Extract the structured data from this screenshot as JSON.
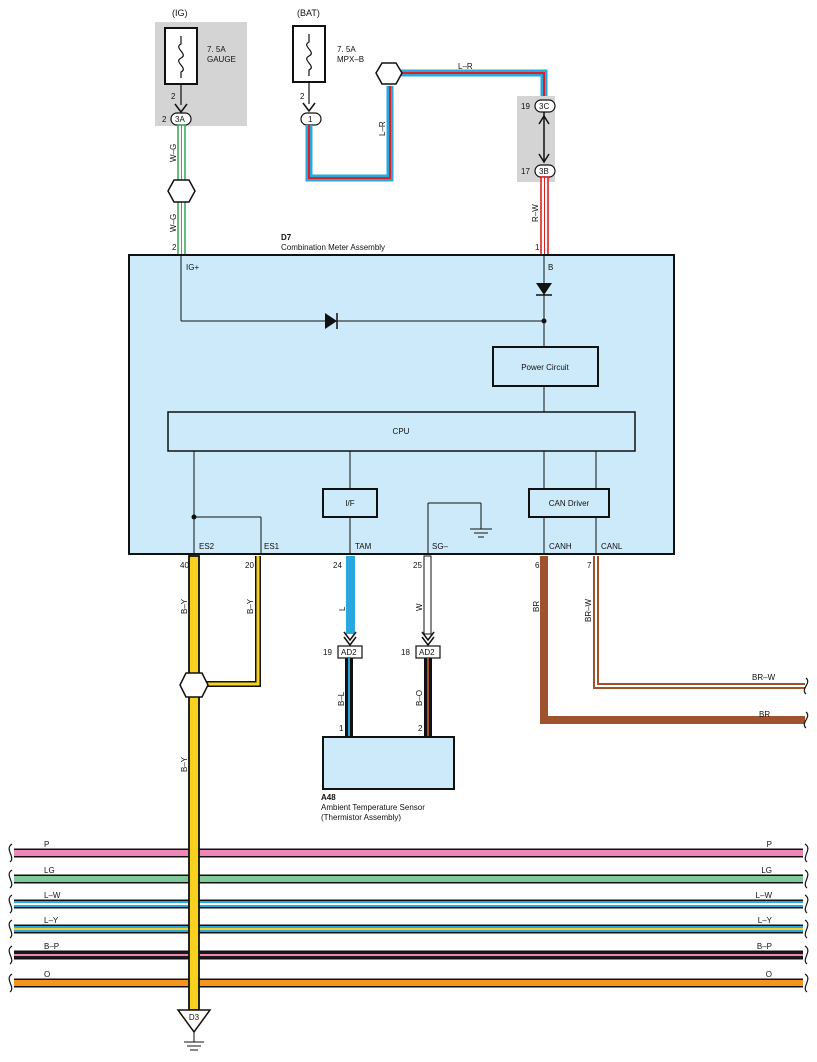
{
  "fuses": {
    "ig": {
      "source": "(IG)",
      "rating": "7. 5A",
      "name": "GAUGE",
      "pin": "2",
      "connector": "3A",
      "connector_pin": "2"
    },
    "bat": {
      "source": "(BAT)",
      "rating": "7. 5A",
      "name": "MPX–B",
      "pin": "2",
      "connector": "1"
    }
  },
  "junctions": {
    "upper": {
      "code": "3C",
      "pin": "19"
    },
    "lower": {
      "code": "3B",
      "pin": "17"
    }
  },
  "wires": {
    "ig_upper": "W–G",
    "ig_lower": "W–G",
    "bat_horizontal": "L–R",
    "bat_vertical": "L–R",
    "b_feed": "R–W",
    "es2": "B–Y",
    "es1": "B–Y",
    "es_down": "B–Y",
    "tam": "L",
    "sg": "W",
    "canh": "BR",
    "canl": "BR–W",
    "sensor_1": "B–L",
    "sensor_2": "B–O",
    "canl_right": "BR–W",
    "canh_right": "BR"
  },
  "meter": {
    "code": "D7",
    "name": "Combination Meter Assembly",
    "power_circuit": "Power Circuit",
    "cpu": "CPU",
    "if": "I/F",
    "can_driver": "CAN Driver",
    "terminals": {
      "ig": {
        "label": "IG+",
        "pin": "2"
      },
      "b": {
        "label": "B",
        "pin": "1"
      },
      "es2": {
        "label": "ES2",
        "pin": "40"
      },
      "es1": {
        "label": "ES1",
        "pin": "20"
      },
      "tam": {
        "label": "TAM",
        "pin": "24"
      },
      "sg": {
        "label": "SG–",
        "pin": "25"
      },
      "canh": {
        "label": "CANH",
        "pin": "6"
      },
      "canl": {
        "label": "CANL",
        "pin": "7"
      }
    }
  },
  "ad2": {
    "left": {
      "code": "AD2",
      "pin": "19"
    },
    "right": {
      "code": "AD2",
      "pin": "18"
    }
  },
  "sensor": {
    "code": "A48",
    "name": "Ambient Temperature Sensor",
    "subname": "(Thermistor Assembly)",
    "pin1": "1",
    "pin2": "2"
  },
  "buses": [
    {
      "label": "P",
      "color": "#ef86b8"
    },
    {
      "label": "LG",
      "color": "#7fc99a"
    },
    {
      "label": "L–W",
      "color": "#29a8e0"
    },
    {
      "label": "L–Y",
      "color": "#29a8e0"
    },
    {
      "label": "B–P",
      "color": "#1a1a1a"
    },
    {
      "label": "O",
      "color": "#f7941d"
    }
  ],
  "ground": {
    "code": "D3"
  },
  "colors": {
    "module_fill": "#cceaf9",
    "fuse_box": "#d4d4d4",
    "l": "#29a8e0",
    "r": "#e02020",
    "br": "#a0522d",
    "y": "#f6d21e",
    "g": "#3fae5a"
  }
}
